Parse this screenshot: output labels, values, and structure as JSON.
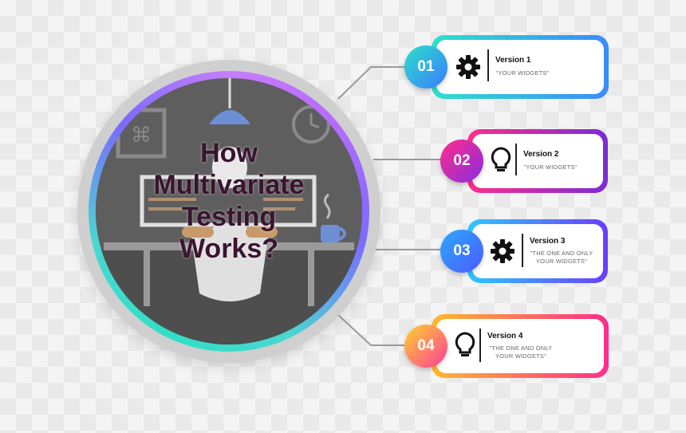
{
  "title_lines": [
    "How",
    "Multivariate",
    "Testing",
    "Works?"
  ],
  "versions": [
    {
      "number": "01",
      "label": "Version 1",
      "desc_lines": [
        "\"YOUR WIDGETS\""
      ],
      "icon": "gear-icon",
      "colors": {
        "badge_from": "#2de0c9",
        "badge_to": "#3a7bff",
        "frame_from": "#2de0c9",
        "frame_to": "#3a8bff"
      }
    },
    {
      "number": "02",
      "label": "Version 2",
      "desc_lines": [
        "\"YOUR WIDGETS\""
      ],
      "icon": "lightbulb-icon",
      "colors": {
        "badge_from": "#ff2d8a",
        "badge_to": "#8a2be2",
        "frame_from": "#ff2d8a",
        "frame_to": "#7b2bd6"
      }
    },
    {
      "number": "03",
      "label": "Version 3",
      "desc_lines": [
        "\"THE ONE AND ONLY",
        "YOUR WIDGETS\""
      ],
      "icon": "gear-icon",
      "colors": {
        "badge_from": "#2da8ff",
        "badge_to": "#4b5bff",
        "frame_from": "#2dc8ff",
        "frame_to": "#6b3dff"
      }
    },
    {
      "number": "04",
      "label": "Version 4",
      "desc_lines": [
        "\"THE ONE AND ONLY",
        "YOUR WIDGETS\""
      ],
      "icon": "lightbulb-icon",
      "colors": {
        "badge_from": "#ffd32d",
        "badge_to": "#ff3d9a",
        "frame_from": "#ffb82d",
        "frame_to": "#ff2d8a"
      }
    }
  ]
}
